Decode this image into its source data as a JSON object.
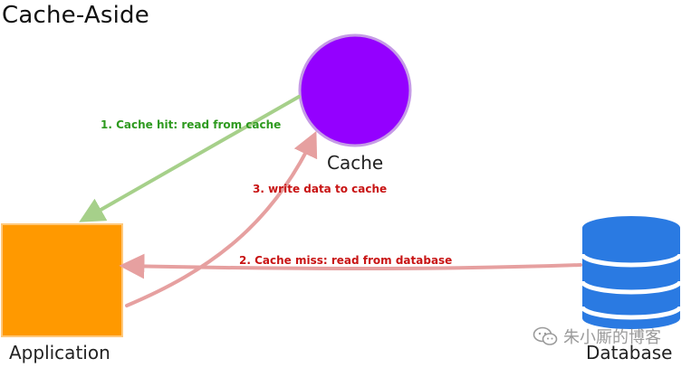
{
  "title": "Cache-Aside",
  "nodes": {
    "cache": {
      "label": "Cache",
      "color": "#9400ff",
      "stroke": "#c59be6"
    },
    "application": {
      "label": "Application",
      "color": "#ff9900",
      "stroke": "#ffc87a"
    },
    "database": {
      "label": "Database",
      "color": "#2a7ae2"
    }
  },
  "edges": [
    {
      "id": "cache-hit",
      "label": "1. Cache hit: read from cache",
      "color": "#a6d08a",
      "text_color": "#2e9a1f"
    },
    {
      "id": "cache-miss",
      "label": "2. Cache miss: read from database",
      "color": "#e6a0a0",
      "text_color": "#c81414"
    },
    {
      "id": "write-cache",
      "label": "3. write data to cache",
      "color": "#e6a0a0",
      "text_color": "#c81414"
    }
  ],
  "watermark": {
    "text": "朱小厮的博客",
    "icon": "wechat-icon"
  }
}
